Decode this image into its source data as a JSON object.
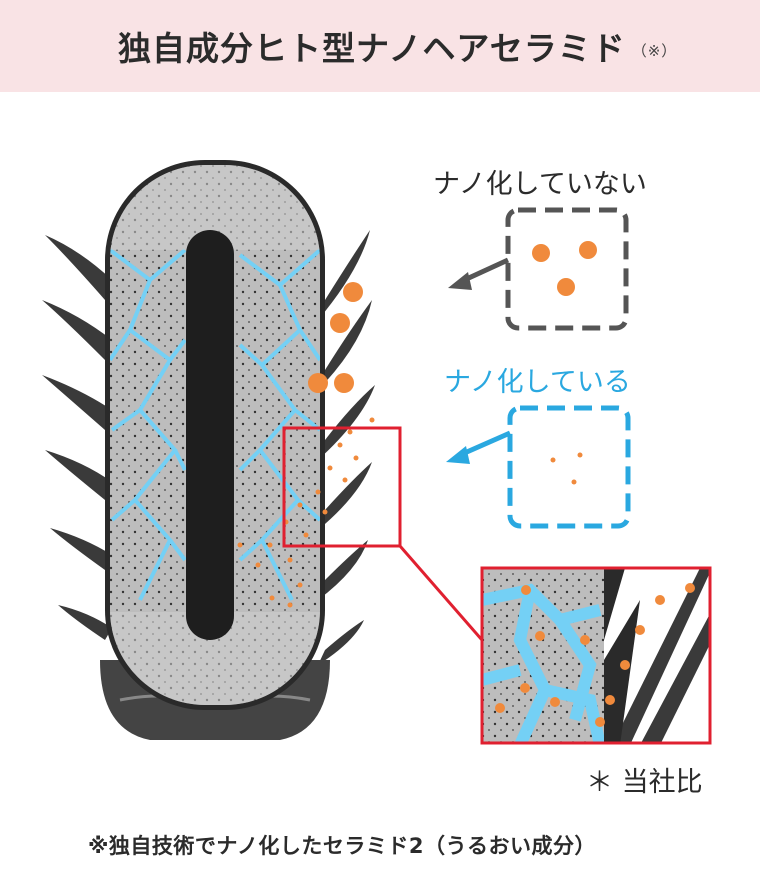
{
  "header": {
    "title": "独自成分ヒト型ナノヘアセラミド",
    "title_note": "（※）",
    "bg_color": "#f9e3e5"
  },
  "labels": {
    "not_nano": "ナノ化していない",
    "nano": "ナノ化している",
    "ratio_note": "＊ 当社比"
  },
  "footer": {
    "note": "※独自技術でナノ化したセラミド2（うるおい成分）"
  },
  "colors": {
    "particle": "#f08a3c",
    "nano_blue": "#2aa8e0",
    "box_gray": "#555555",
    "highlight_red": "#e02030",
    "cortex_gray": "#bdbdbd",
    "medulla": "#1e1e1e"
  }
}
